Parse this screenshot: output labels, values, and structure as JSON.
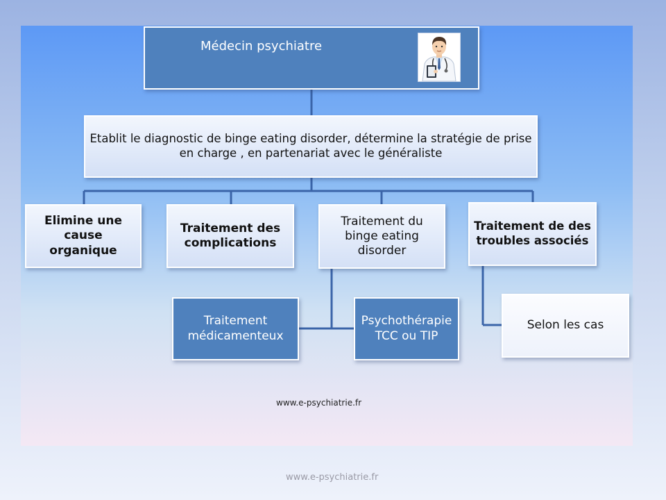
{
  "top": {
    "title": "Médecin psychiatre",
    "icon": "doctor-icon"
  },
  "diagnostic": {
    "text": "Etablit le diagnostic de binge eating disorder, détermine la stratégie de prise en charge , en partenariat avec le généraliste"
  },
  "branches": {
    "organic": "Elimine une cause organique",
    "complications": "Traitement des complications",
    "binge": "Traitement du binge eating disorder",
    "associated": "Traitement de des troubles associés"
  },
  "sub": {
    "medication": "Traitement médicamenteux",
    "psychotherapy": "Psychothérapie TCC ou TIP",
    "case": "Selon les cas"
  },
  "watermark": {
    "inner": "www.e-psychiatrie.fr",
    "footer": "www.e-psychiatrie.fr"
  },
  "colors": {
    "dark_box": "#4f81bd",
    "connector": "#3a64a8",
    "panel_top": "#5d99f5",
    "panel_bottom": "#f4e8f4"
  }
}
